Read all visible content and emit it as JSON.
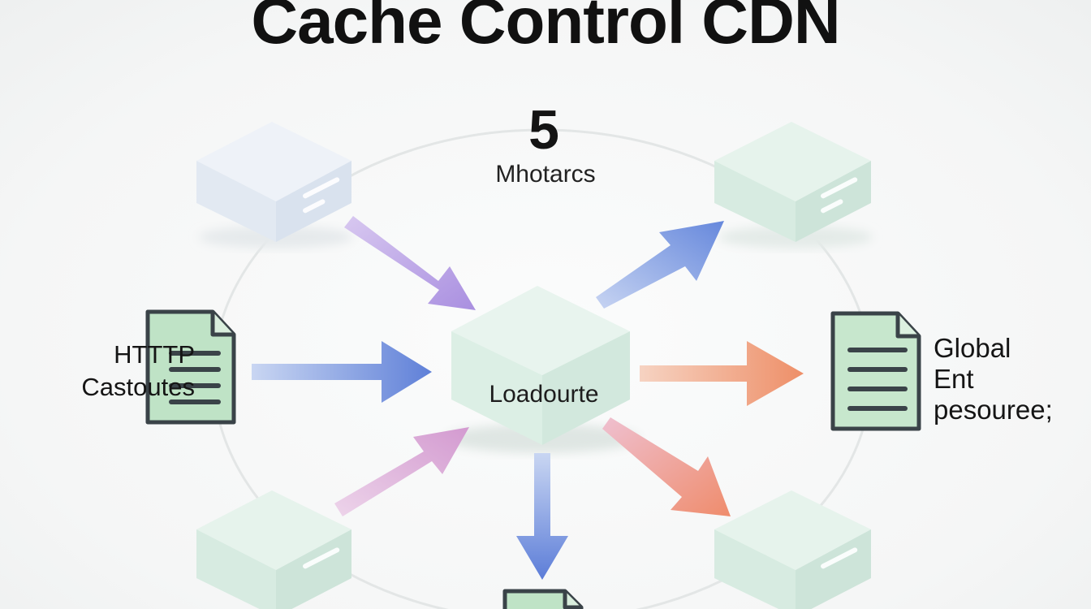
{
  "title": "Cache Control CDN",
  "metric": {
    "value": "5",
    "label": "Mhotarcs"
  },
  "center_node": {
    "label": "Loadourte"
  },
  "left_document": {
    "lines": [
      "HTTTP",
      "Castoutes"
    ]
  },
  "right_document": {
    "lines": [
      "Global",
      "Ent",
      "pesouree;"
    ]
  },
  "colors": {
    "node_top": "#e3f1ea",
    "node_side": "#cfe6dc",
    "arrow_purple": "#b39be0",
    "arrow_blue": "#6f8fdc",
    "arrow_orange": "#ef9a76",
    "arrow_pink": "#d7a3d3",
    "doc_fill": "#bfe3c6",
    "doc_stroke": "#3a4348"
  }
}
